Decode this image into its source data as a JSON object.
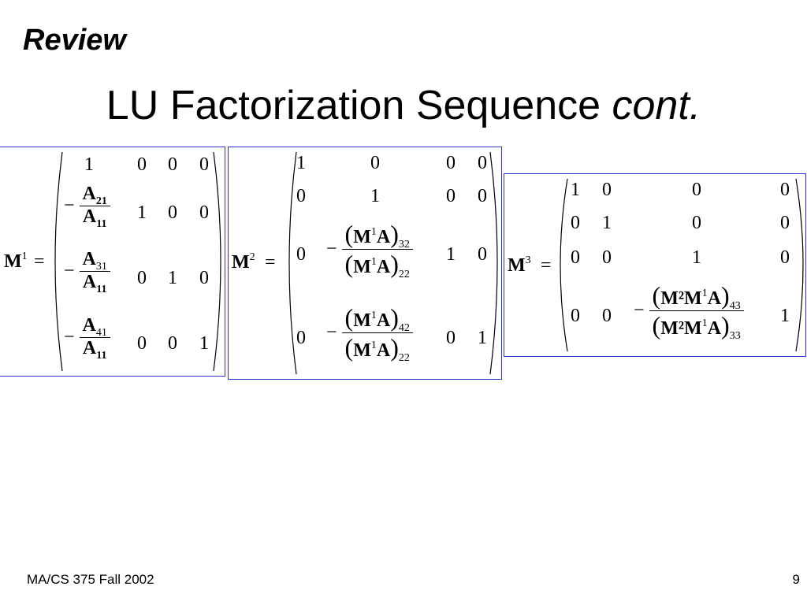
{
  "header": {
    "section": "Review",
    "title_main": "LU Factorization Sequence ",
    "title_emph": "cont."
  },
  "m1": {
    "lhs": "M",
    "lhs_sup": "1",
    "eq": "=",
    "row1": [
      "1",
      "0",
      "0",
      "0"
    ],
    "row2": {
      "neg": "−",
      "num": "A",
      "num_sub": "21",
      "den": "A",
      "den_sub": "11",
      "rest": [
        "1",
        "0",
        "0"
      ]
    },
    "row3": {
      "neg": "−",
      "num": "A",
      "num_sub": "31",
      "den": "A",
      "den_sub": "11",
      "rest": [
        "0",
        "1",
        "0"
      ]
    },
    "row4": {
      "neg": "−",
      "num": "A",
      "num_sub": "41",
      "den": "A",
      "den_sub": "11",
      "rest": [
        "0",
        "0",
        "1"
      ]
    }
  },
  "m2": {
    "lhs": "M",
    "lhs_sup": "2",
    "eq": "=",
    "row1": [
      "1",
      "0",
      "0",
      "0"
    ],
    "row2": [
      "0",
      "1",
      "0",
      "0"
    ],
    "row3": {
      "first": "0",
      "neg": "−",
      "num_m": "M",
      "num_sup": "1",
      "num_a": "A",
      "num_sub": "32",
      "den_m": "M",
      "den_sup": "1",
      "den_a": "A",
      "den_sub": "22",
      "rest": [
        "1",
        "0"
      ]
    },
    "row4": {
      "first": "0",
      "neg": "−",
      "num_m": "M",
      "num_sup": "1",
      "num_a": "A",
      "num_sub": "42",
      "den_m": "M",
      "den_sup": "1",
      "den_a": "A",
      "den_sub": "22",
      "rest": [
        "0",
        "1"
      ]
    }
  },
  "m3": {
    "lhs": "M",
    "lhs_sup": "3",
    "eq": "=",
    "row1": [
      "1",
      "0",
      "0",
      "0"
    ],
    "row2": [
      "0",
      "1",
      "0",
      "0"
    ],
    "row3": [
      "0",
      "0",
      "1",
      "0"
    ],
    "row4": {
      "first": [
        "0",
        "0"
      ],
      "neg": "−",
      "num": "M²M",
      "num_sup": "1",
      "num_a": "A",
      "num_sub": "43",
      "den": "M²M",
      "den_sup": "1",
      "den_a": "A",
      "den_sub": "33",
      "last": "1"
    }
  },
  "footer": {
    "course": "MA/CS 375 Fall 2002",
    "page": "9"
  },
  "colors": {
    "box_border": "#3333cc",
    "text": "#000000",
    "background": "#ffffff"
  }
}
